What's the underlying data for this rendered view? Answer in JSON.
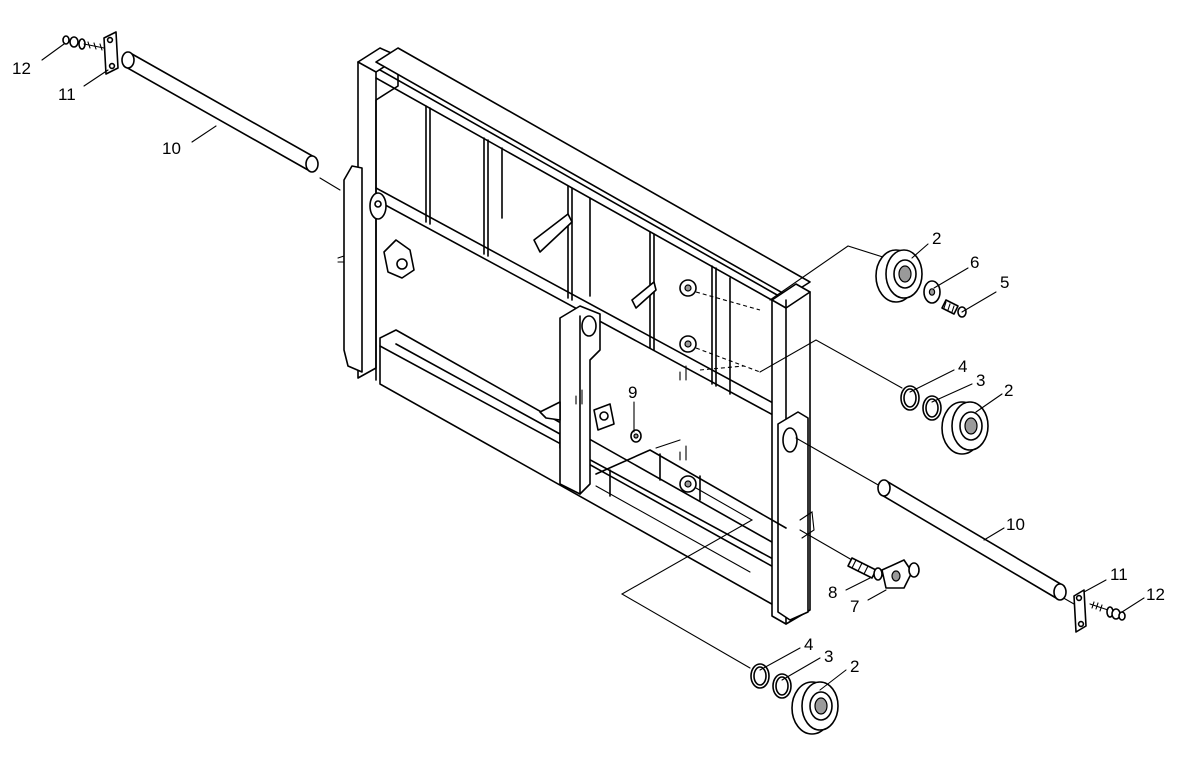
{
  "callouts": [
    {
      "id": "c12a",
      "text": "12"
    },
    {
      "id": "c11a",
      "text": "11"
    },
    {
      "id": "c10a",
      "text": "10"
    },
    {
      "id": "c2a",
      "text": "2"
    },
    {
      "id": "c6",
      "text": "6"
    },
    {
      "id": "c5",
      "text": "5"
    },
    {
      "id": "c4a",
      "text": "4"
    },
    {
      "id": "c3a",
      "text": "3"
    },
    {
      "id": "c2b",
      "text": "2"
    },
    {
      "id": "c9",
      "text": "9"
    },
    {
      "id": "c10b",
      "text": "10"
    },
    {
      "id": "c11b",
      "text": "11"
    },
    {
      "id": "c12b",
      "text": "12"
    },
    {
      "id": "c8",
      "text": "8"
    },
    {
      "id": "c7",
      "text": "7"
    },
    {
      "id": "c4b",
      "text": "4"
    },
    {
      "id": "c3b",
      "text": "3"
    },
    {
      "id": "c2c",
      "text": "2"
    }
  ]
}
